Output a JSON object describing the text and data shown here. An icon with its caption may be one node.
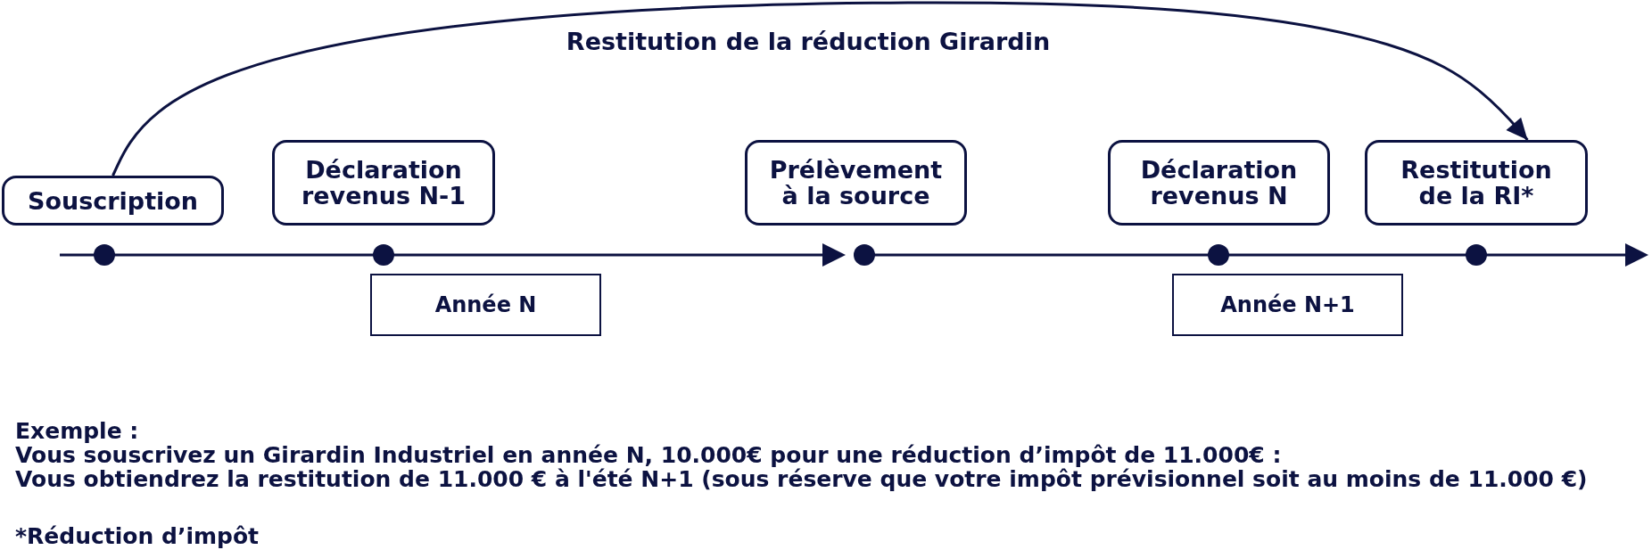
{
  "diagram": {
    "nodes": [
      {
        "text": [
          "Souscription"
        ]
      },
      {
        "text": [
          "Déclaration revenus N-1"
        ]
      },
      {
        "text": [
          "Prélèvement à la source"
        ]
      },
      {
        "text": [
          "Déclaration revenus N"
        ]
      },
      {
        "text": [
          "Restitution de la RI*"
        ]
      },
      {
        "text": [
          "Année N"
        ]
      },
      {
        "text": [
          "Année N+1"
        ]
      }
    ],
    "edges": [
      {
        "from": 0,
        "to": 4,
        "arrow": "to",
        "label": "Restitution de la réduction Girardin"
      }
    ],
    "labels": [
      "Exemple :",
      "Vous souscrivez un Girardin Industriel en année N, 10.000€ pour une réduction d’impôt de 11.000€ :",
      "Vous obtiendrez la restitution de 11.000 € à l'été N+1 (sous réserve que votre impôt prévisionnel soit au moins de 11.000 €)",
      "*Réduction d’impôt"
    ]
  }
}
